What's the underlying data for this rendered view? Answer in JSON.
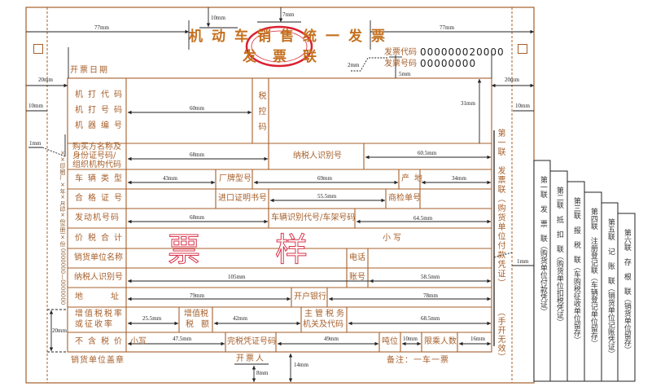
{
  "header": {
    "title": "机动车销售统一发票",
    "subtitle": "发票联",
    "invoice_code_label": "发票代码",
    "invoice_code": "000000020000",
    "invoice_no_label": "发票号码",
    "invoice_no": "00000000",
    "issue_date_label": "开票日期"
  },
  "fields": {
    "machine_code": "机打代码",
    "machine_no": "机打号码",
    "machine_serial": "机器编号",
    "tax_control_code": "税控码",
    "buyer_name": "购买方名称及",
    "buyer_id": "身份证号码/",
    "buyer_org": "组织机构代码",
    "taxpayer_id": "纳税人识别号",
    "vehicle_type": "车辆类型",
    "brand_model": "厂牌型号",
    "origin": "产地",
    "certificate_no": "合格证号",
    "import_cert_no": "进口证明书号",
    "inspection_no": "商检单号",
    "engine_no": "发动机号码",
    "vin": "车辆识别代号/车架号码",
    "total_price_tax": "价税合计",
    "lowercase": "小写",
    "seller_name": "销货单位名称",
    "phone": "电话",
    "seller_taxpayer_id": "纳税人识别号",
    "account_no": "账号",
    "address": "地址",
    "bank": "开户银行",
    "vat_rate_1": "增值税税率",
    "vat_rate_2": "或征收率",
    "vat_amount_1": "增值税",
    "vat_amount_2": "税额",
    "tax_authority_1": "主管税务",
    "tax_authority_2": "机关及代码",
    "price_ex_tax": "不含税价",
    "lowercase_2": "小写",
    "tax_paid_cert": "完税凭证号码",
    "tonnage": "吨位",
    "seat_limit": "限乘人数"
  },
  "footer": {
    "seller_seal": "销货单位盖章",
    "issuer": "开票人",
    "remark": "备注：一车一票"
  },
  "watermark": {
    "char1": "票",
    "char2": "样"
  },
  "side": {
    "copy_label": "第一联　发票联（购货单位付款凭证）",
    "manual_invalid": "（手开无效）",
    "printer_info": "××印刷厂 ×年×月印×份(册)×份 0000000—0000000"
  },
  "stubs": [
    "第一联　发　票　联（购货单位付款凭证）",
    "第二联　抵　扣　联（购货单位扣税凭证）",
    "第三联　报　税　联（车购税征收单位留存）",
    "第四联　注册登记联（车辆登记单位留存）",
    "第五联　记　账　联（销货单位记账凭证）",
    "第六联　存　根　联（销货单位留存）"
  ],
  "dims": {
    "w77a": "77mm",
    "w77b": "77mm",
    "h10top": "10mm",
    "h7": "7mm",
    "h2": "2mm",
    "h5": "5mm",
    "l20": "20mm",
    "l10": "10mm",
    "r20": "20mm",
    "r10": "10mm",
    "h31": "31mm",
    "w60": "60mm",
    "l1": "1mm",
    "r1": "1mm",
    "w68a": "68mm",
    "w60_5": "60.5mm",
    "w43": "43mm",
    "w69": "69mm",
    "w34": "34mm",
    "w55_5": "55.5mm",
    "w68b": "68mm",
    "w64_5": "64.5mm",
    "w105": "105mm",
    "w58_5": "58.5mm",
    "w79": "79mm",
    "w78": "78mm",
    "w25_5": "25.5mm",
    "w42": "42mm",
    "w68_5": "68.5mm",
    "w47_5": "47.5mm",
    "w49": "49mm",
    "w10": "10mm",
    "w16": "16mm",
    "h20": "20mm",
    "h8": "8mm",
    "h14": "14mm"
  },
  "colors": {
    "border": "#a65f2a",
    "title": "#c4701f",
    "stamp": "#d92030",
    "watermark": "#d8344a"
  }
}
